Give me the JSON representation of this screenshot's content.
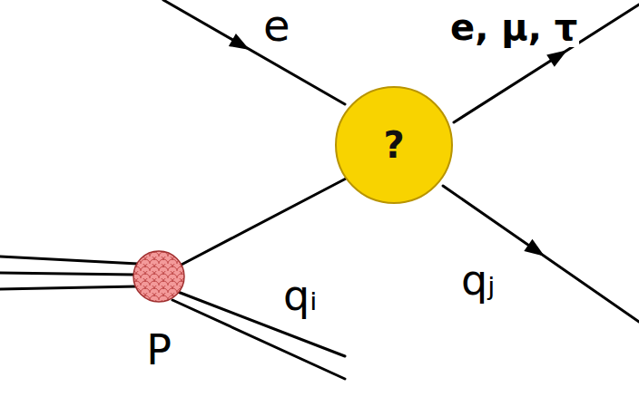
{
  "diagram": {
    "nodes": [
      {
        "text": [
          "?"
        ]
      },
      {
        "text": [
          "P"
        ]
      }
    ],
    "edges": [
      {
        "from": 1,
        "to": 0,
        "arrow": "none",
        "label": "qᵢ"
      }
    ],
    "labels": [
      "e",
      "e, μ, τ",
      "qⱼ"
    ]
  }
}
